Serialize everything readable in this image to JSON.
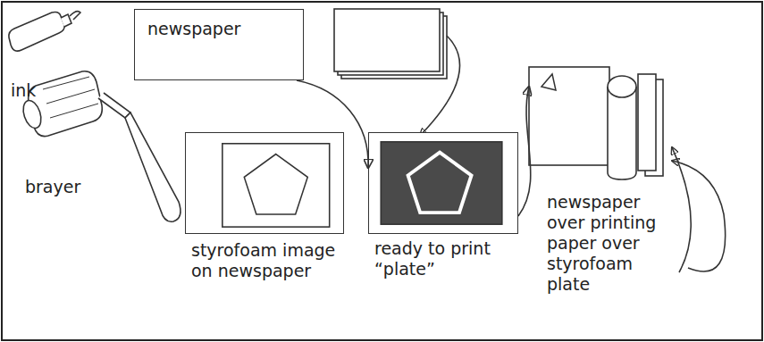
{
  "diagram": {
    "nodes": [
      {
        "text": [
          "newspaper"
        ]
      },
      {
        "text": [
          "styrofoam image on newspaper"
        ]
      },
      {
        "text": [
          "ready to print “plate”"
        ]
      },
      {
        "text": [
          "newspaper over printing paper over styrofoam plate"
        ]
      }
    ],
    "edges": [
      {
        "from": 0,
        "to": 2,
        "arrow": "to"
      },
      {
        "from": 2,
        "to": 3,
        "arrow": "to"
      }
    ],
    "labels": [
      "ink",
      "brayer"
    ]
  }
}
